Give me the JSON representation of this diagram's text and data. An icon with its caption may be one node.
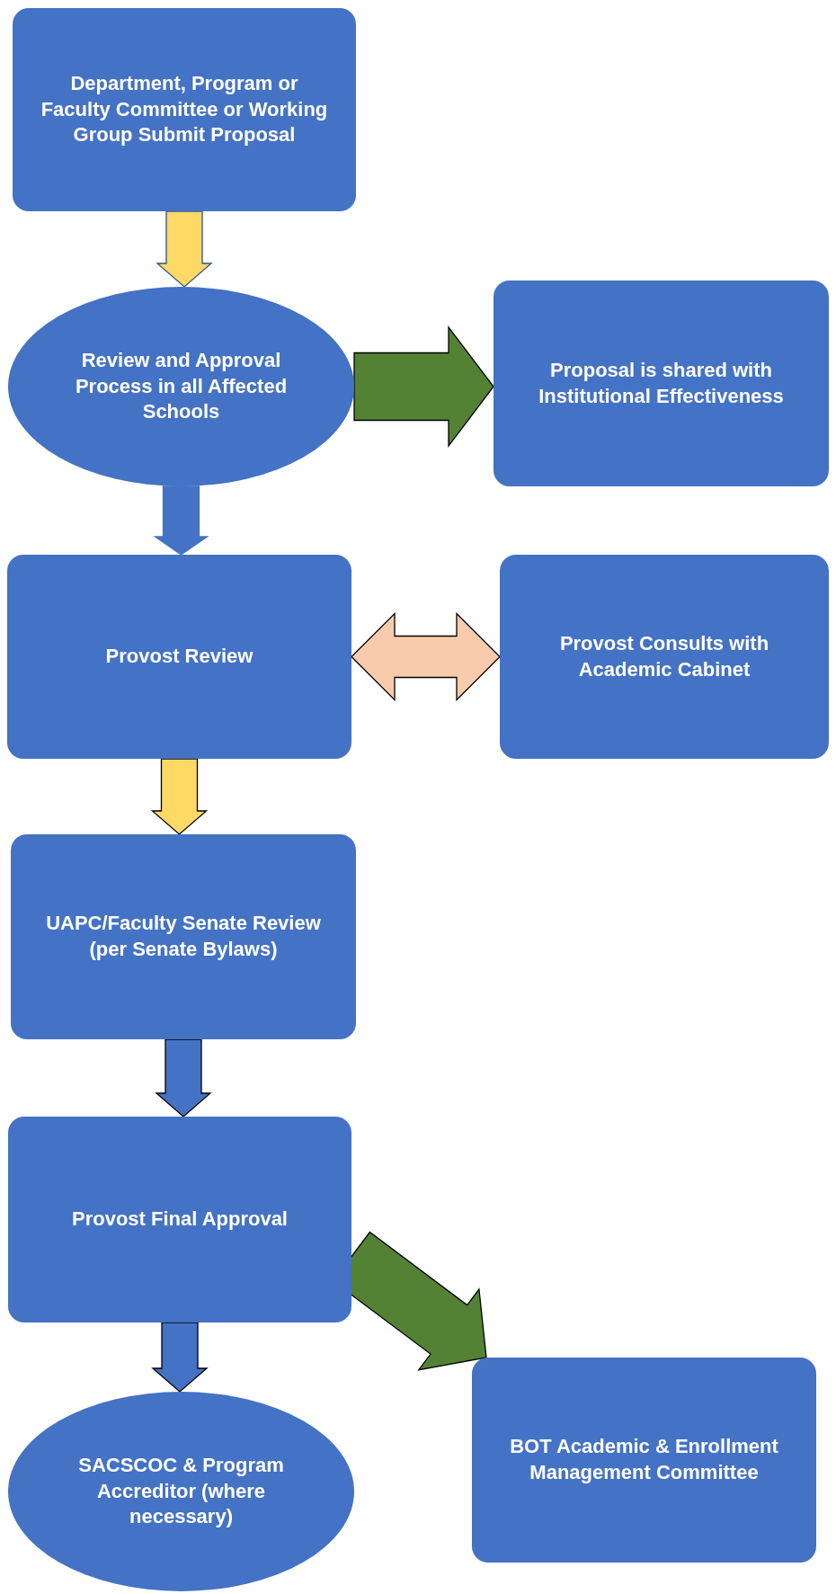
{
  "diagram": {
    "nodes": [
      {
        "text": [
          "Department, Program or Faculty Committee or Working Group Submit Proposal"
        ]
      },
      {
        "text": [
          "Review and Approval Process in all Affected Schools"
        ]
      },
      {
        "text": [
          "Proposal is shared with Institutional Effectiveness"
        ]
      },
      {
        "text": [
          "Provost Review"
        ]
      },
      {
        "text": [
          "Provost Consults with Academic Cabinet"
        ]
      },
      {
        "text": [
          "UAPC/Faculty Senate Review (per Senate Bylaws)"
        ]
      },
      {
        "text": [
          "Provost Final Approval"
        ]
      },
      {
        "text": [
          "SACSCOC & Program Accreditor (where necessary)"
        ]
      },
      {
        "text": [
          "BOT Academic & Enrollment Management Committee"
        ]
      }
    ],
    "edges": [
      {
        "from": 0,
        "to": 1,
        "arrow": "to",
        "color": "#ffd966"
      },
      {
        "from": 1,
        "to": 2,
        "arrow": "to",
        "color": "#548235"
      },
      {
        "from": 1,
        "to": 3,
        "arrow": "to"
      },
      {
        "from": 3,
        "to": 4,
        "arrow": "both",
        "color": "#f8cbad"
      },
      {
        "from": 3,
        "to": 5,
        "arrow": "to",
        "color": "#ffd966"
      },
      {
        "from": 5,
        "to": 6,
        "arrow": "to"
      },
      {
        "from": 6,
        "to": 7,
        "arrow": "to"
      },
      {
        "from": 6,
        "to": 8,
        "arrow": "to",
        "color": "#548235"
      }
    ]
  }
}
